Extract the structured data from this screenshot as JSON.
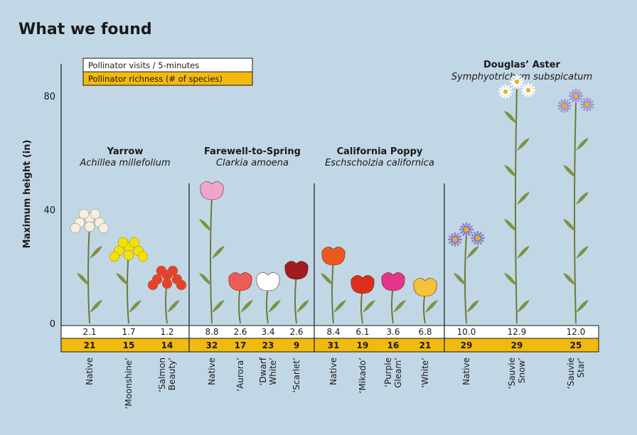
{
  "title": "What we found",
  "colors": {
    "background": "#c2d7e5",
    "richness": "#f2b90f",
    "visits": "#ffffff"
  },
  "chart_data": {
    "type": "table",
    "ylabel": "Maximum height (in)",
    "ylim": [
      0,
      80
    ],
    "yticks": [
      0,
      40,
      80
    ],
    "legend": {
      "visits_label": "Pollinator visits / 5-minutes",
      "richness_label": "Pollinator richness (# of species)"
    },
    "groups": [
      {
        "common": "Yarrow",
        "scientific": "Achillea millefolium",
        "items": [
          {
            "label": [
              "Native"
            ],
            "visits": "2.1",
            "richness": "21",
            "height": 37,
            "color": "#f4eee4",
            "kind": "umbel"
          },
          {
            "label": [
              "‘Moonshine’"
            ],
            "visits": "1.7",
            "richness": "15",
            "height": 27,
            "color": "#f3e100",
            "kind": "umbel"
          },
          {
            "label": [
              "‘Salmon",
              "Beauty’"
            ],
            "visits": "1.2",
            "richness": "14",
            "height": 17,
            "color": "#e8402c",
            "kind": "umbel"
          }
        ]
      },
      {
        "common": "Farewell-to-Spring",
        "scientific": "Clarkia amoena",
        "items": [
          {
            "label": [
              "Native"
            ],
            "visits": "8.8",
            "richness": "32",
            "height": 47,
            "color": "#f0a6cb",
            "kind": "cup"
          },
          {
            "label": [
              "‘Aurora’"
            ],
            "visits": "2.6",
            "richness": "17",
            "height": 15,
            "color": "#ee5b57",
            "kind": "cup"
          },
          {
            "label": [
              "‘Dwarf",
              "White’"
            ],
            "visits": "3.4",
            "richness": "23",
            "height": 15,
            "color": "#ffffff",
            "kind": "cup"
          },
          {
            "label": [
              "‘Scarlet’"
            ],
            "visits": "2.6",
            "richness": "9",
            "height": 19,
            "color": "#a01a1f",
            "kind": "cup"
          }
        ]
      },
      {
        "common": "California Poppy",
        "scientific": "Eschscholzia californica",
        "items": [
          {
            "label": [
              "Native"
            ],
            "visits": "8.4",
            "richness": "31",
            "height": 24,
            "color": "#ea5a1e",
            "kind": "cup"
          },
          {
            "label": [
              "‘Mikado’"
            ],
            "visits": "6.1",
            "richness": "19",
            "height": 14,
            "color": "#dc2e1c",
            "kind": "cup"
          },
          {
            "label": [
              "‘Purple",
              "Gleam’"
            ],
            "visits": "3.6",
            "richness": "16",
            "height": 15,
            "color": "#e4358c",
            "kind": "cup"
          },
          {
            "label": [
              "‘White’"
            ],
            "visits": "6.8",
            "richness": "21",
            "height": 13,
            "color": "#f5c23a",
            "kind": "cup"
          }
        ]
      },
      {
        "common": "Douglas’ Aster",
        "scientific": "Symphyotrichum subspicatum",
        "items": [
          {
            "label": [
              "Native"
            ],
            "visits": "10.0",
            "richness": "29",
            "height": 33,
            "color": "#8b7fc4",
            "kind": "daisy"
          },
          {
            "label": [
              "‘Sauvie",
              "Snow’"
            ],
            "visits": "12.9",
            "richness": "29",
            "height": 85,
            "color": "#ffffff",
            "kind": "daisy"
          },
          {
            "label": [
              "‘Sauvie",
              "Star’"
            ],
            "visits": "12.0",
            "richness": "25",
            "height": 80,
            "color": "#a192d6",
            "kind": "daisy"
          }
        ]
      }
    ]
  }
}
